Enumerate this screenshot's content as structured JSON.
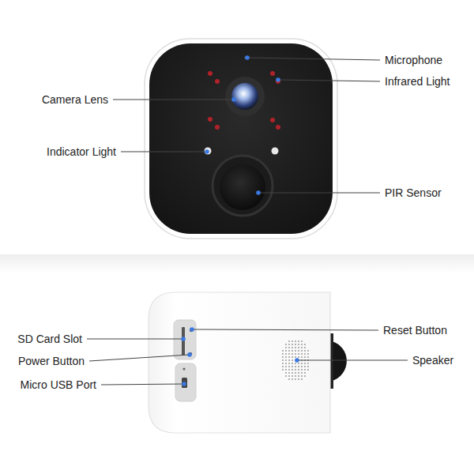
{
  "diagram": {
    "labels": [
      "Microphone",
      "Infrared Light",
      "Camera Lens",
      "Indicator Light",
      "PIR Sensor",
      "SD Card Slot",
      "Reset Button",
      "Power Button",
      "Speaker",
      "Micro USB Port"
    ]
  }
}
